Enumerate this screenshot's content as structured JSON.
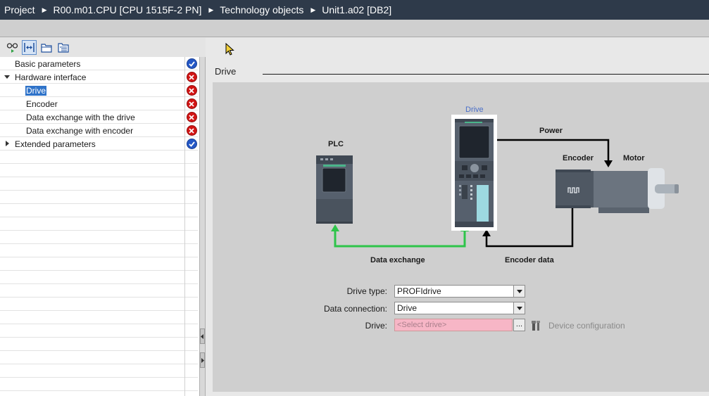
{
  "breadcrumb": [
    "Project",
    "R00.m01.CPU [CPU 1515F-2 PN]",
    "Technology objects",
    "Unit1.a02 [DB2]"
  ],
  "toolbar_icons": [
    "glasses-icon",
    "expand-icon",
    "folder-icon",
    "folder-tree-icon"
  ],
  "tree": [
    {
      "label": "Basic parameters",
      "level": 0,
      "expander": "none",
      "status": "ok"
    },
    {
      "label": "Hardware interface",
      "level": 0,
      "expander": "expanded",
      "status": "error"
    },
    {
      "label": "Drive",
      "level": 1,
      "expander": "none",
      "status": "error",
      "selected": true
    },
    {
      "label": "Encoder",
      "level": 1,
      "expander": "none",
      "status": "error"
    },
    {
      "label": "Data exchange with the drive",
      "level": 1,
      "expander": "none",
      "status": "error"
    },
    {
      "label": "Data exchange with encoder",
      "level": 1,
      "expander": "none",
      "status": "error"
    },
    {
      "label": "Extended parameters",
      "level": 0,
      "expander": "collapsed",
      "status": "ok"
    }
  ],
  "section": {
    "title": "Drive"
  },
  "diagram": {
    "plc_label": "PLC",
    "drive_label": "Drive",
    "power_label": "Power",
    "encoder_label": "Encoder",
    "motor_label": "Motor",
    "data_exchange_label": "Data exchange",
    "encoder_data_label": "Encoder data",
    "colors": {
      "data_exchange": "#2ec44a",
      "lines": "#000000",
      "highlight": "#4a6fc9"
    }
  },
  "form": {
    "drive_type_label": "Drive type:",
    "drive_type_value": "PROFIdrive",
    "data_connection_label": "Data connection:",
    "data_connection_value": "Drive",
    "drive_label": "Drive:",
    "drive_placeholder": "<Select drive>",
    "browse_label": "...",
    "device_config_label": "Device configuration"
  }
}
